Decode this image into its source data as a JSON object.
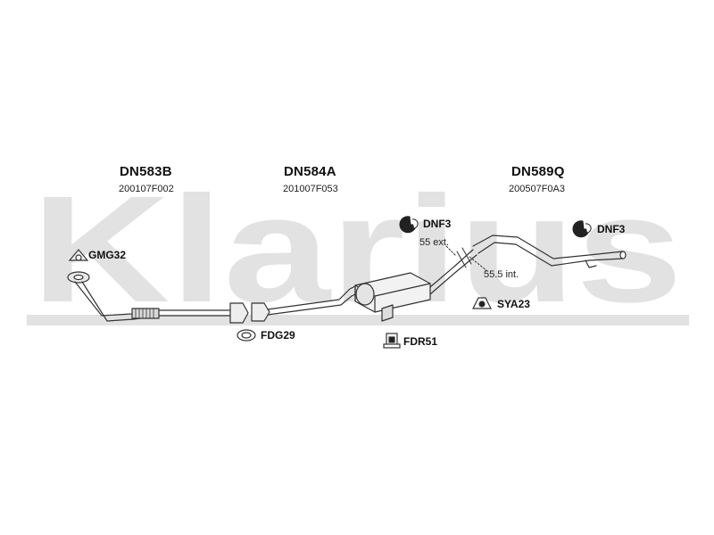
{
  "watermark": {
    "text": "Klarius",
    "color": "#e2e2e2"
  },
  "sections": [
    {
      "code": "DN583B",
      "ref": "200107F002"
    },
    {
      "code": "DN584A",
      "ref": "201007F053"
    },
    {
      "code": "DN589Q",
      "ref": "200507F0A3"
    }
  ],
  "accessories": {
    "gmg": "GMG32",
    "fdg": "FDG29",
    "fdr": "FDR51",
    "dnf_left": "DNF3",
    "dnf_right": "DNF3",
    "sya": "SYA23"
  },
  "notes": {
    "ext": "55 ext.",
    "int": "55.5 int."
  },
  "colors": {
    "line": "#333333",
    "fill": "#e8e8e8",
    "dark": "#111111"
  }
}
